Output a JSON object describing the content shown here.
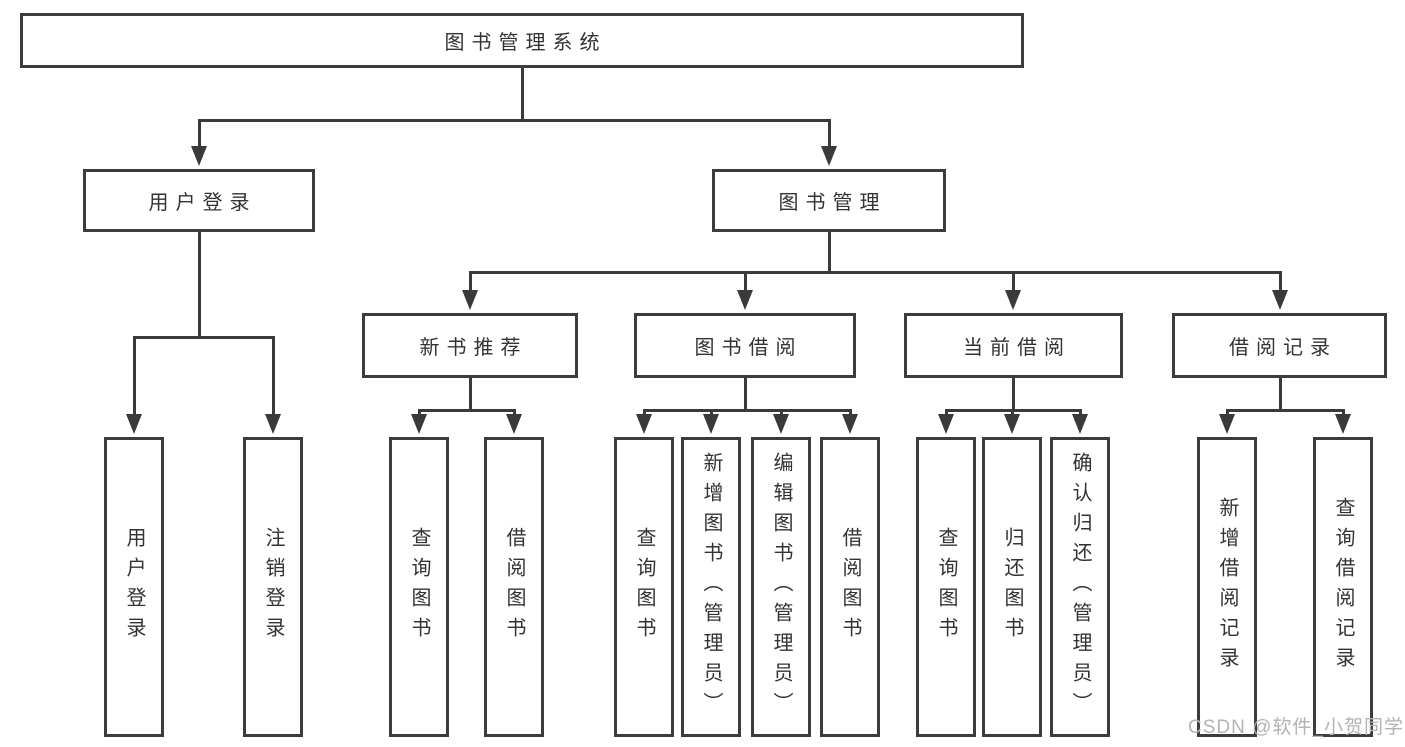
{
  "diagram": {
    "colors": {
      "line": "#3a3a3a",
      "border": "#3c3c3c",
      "text": "#333333",
      "watermark": "#b3b3b3"
    },
    "root": {
      "label": "图书管理系统"
    },
    "level1": {
      "user_login": {
        "label": "用户登录"
      },
      "book_management": {
        "label": "图书管理"
      }
    },
    "level2": {
      "new_book_recommend": {
        "label": "新书推荐"
      },
      "book_borrowing": {
        "label": "图书借阅"
      },
      "current_borrowing": {
        "label": "当前借阅"
      },
      "borrowing_records": {
        "label": "借阅记录"
      }
    },
    "leaves": {
      "user_login": {
        "label": "用户登录"
      },
      "logout": {
        "label": "注销登录"
      },
      "query_books_recommend": {
        "label": "查询图书"
      },
      "borrow_books_recommend": {
        "label": "借阅图书"
      },
      "query_books_borrowing": {
        "label": "查询图书"
      },
      "add_books_admin": {
        "label": "新增图书（管理员）"
      },
      "edit_books_admin": {
        "label": "编辑图书（管理员）"
      },
      "borrow_books_borrowing": {
        "label": "借阅图书"
      },
      "query_books_current": {
        "label": "查询图书"
      },
      "return_books": {
        "label": "归还图书"
      },
      "confirm_return_admin": {
        "label": "确认归还（管理员）"
      },
      "add_borrow_record": {
        "label": "新增借阅记录"
      },
      "query_borrow_record": {
        "label": "查询借阅记录"
      }
    },
    "watermark": "CSDN @软件_小贺同学"
  }
}
